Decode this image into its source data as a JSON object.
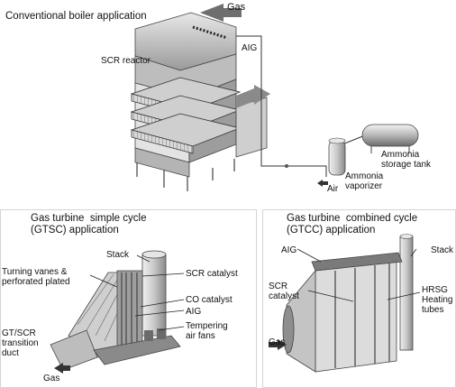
{
  "panels": {
    "boiler": {
      "title": "Conventional boiler application",
      "labels": {
        "gas": "Gas",
        "aig": "AIG",
        "scr_reactor": "SCR  reactor",
        "ammonia_tank": "Ammonia\nstorage tank",
        "ammonia_vaporizer": "Ammonia\nvaporizer",
        "air": "Air"
      }
    },
    "gtsc": {
      "title": "Gas turbine  simple cycle\n(GTSC) application",
      "labels": {
        "stack": "Stack",
        "scr_catalyst": "SCR catalyst",
        "turning_vanes": "Turning vanes &\nperforated plated",
        "co_catalyst": "CO catalyst",
        "aig": "AIG",
        "gt_scr_duct": "GT/SCR\ntransition\nduct",
        "tempering_fans": "Tempering\nair fans",
        "gas": "Gas"
      }
    },
    "gtcc": {
      "title": "Gas turbine  combined cycle\n(GTCC) application",
      "labels": {
        "aig": "AIG",
        "stack": "Stack",
        "scr_catalyst": "SCR\ncatalyst",
        "hrsg_tubes": "HRSG\nHeating\ntubes",
        "gas": "Gas"
      }
    }
  },
  "colors": {
    "metal_light": "#d9d9d9",
    "metal_mid": "#a8a8a8",
    "metal_dark": "#5e5e5e",
    "arrow": "#7a7a7a"
  }
}
